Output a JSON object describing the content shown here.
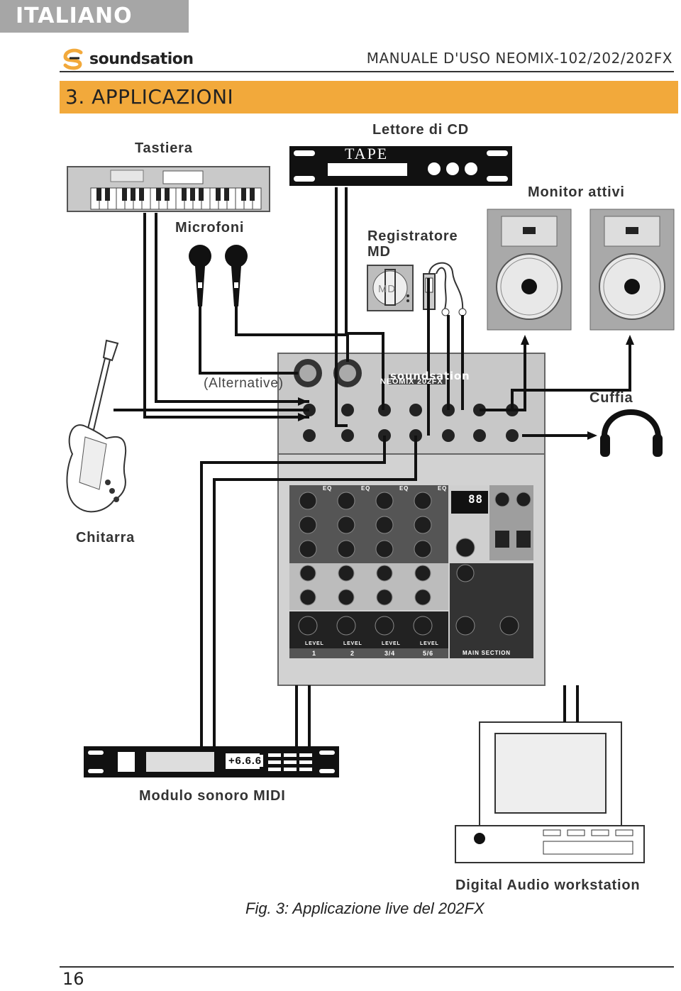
{
  "header": {
    "language_tab": "ITALIANO",
    "brand": "soundsation",
    "manual_title": "MANUALE D'USO NEOMIX-102/202/202FX",
    "accent_color": "#f2a93b"
  },
  "section": {
    "title": "3. APPLICAZIONI"
  },
  "diagram": {
    "labels": {
      "keyboard": "Tastiera",
      "cd_player": "Lettore di CD",
      "tape": "TAPE",
      "monitors": "Monitor attivi",
      "microphones": "Microfoni",
      "md_recorder_line1": "Registratore",
      "md_recorder_line2": "MD",
      "md_badge": "MD",
      "alternative": "(Alternative)",
      "headphones": "Cuffia",
      "guitar": "Chitarra",
      "midi_module": "Modulo sonoro MIDI",
      "midi_display": "+6.6.6",
      "workstation": "Digital Audio workstation"
    },
    "mixer": {
      "brand": "soundsation",
      "model": "NEOMIX 202FX",
      "fx_display": "88",
      "channels": [
        "1",
        "2",
        "3/4",
        "5/6"
      ],
      "main_section": "MAIN SECTION",
      "level_label": "LEVEL",
      "eq_label": "EQ"
    }
  },
  "caption": "Fig. 3:  Applicazione live del 202FX",
  "footer": {
    "page_number": "16"
  }
}
